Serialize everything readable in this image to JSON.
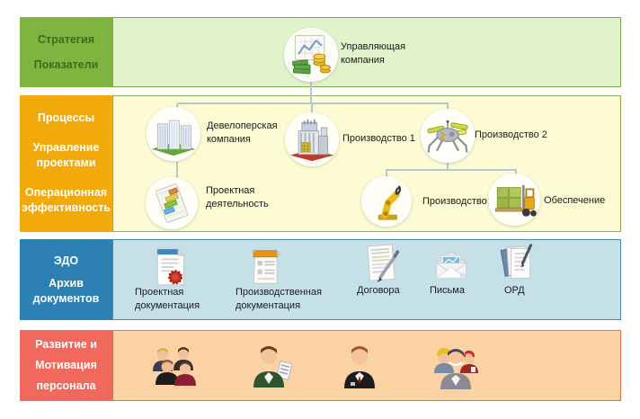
{
  "bands": [
    {
      "id": "strategy",
      "label_lines": [
        "Стратегия",
        "Показатели"
      ]
    },
    {
      "id": "processes",
      "label_lines": [
        "Процессы",
        "Управление проектами",
        "Операционная эффективность"
      ]
    },
    {
      "id": "edo",
      "label_lines": [
        "ЭДО",
        "Архив документов"
      ]
    },
    {
      "id": "hr",
      "label_lines": [
        "Развитие и Мотивация персонала"
      ]
    }
  ],
  "org": {
    "root": {
      "label": "Управляющая компания",
      "icon": "chart-money-icon"
    },
    "level1": [
      {
        "label": "Девелоперская компания",
        "icon": "buildings-icon"
      },
      {
        "label": "Производство 1",
        "icon": "factory-icon"
      },
      {
        "label": "Производство 2",
        "icon": "robot-machine-icon"
      }
    ],
    "level2": [
      {
        "label": "Проектная деятельность",
        "icon": "gantt-chart-icon"
      },
      {
        "label": "Производство",
        "icon": "robot-arm-icon"
      },
      {
        "label": "Обеспечение",
        "icon": "forklift-icon"
      }
    ]
  },
  "documents": [
    {
      "label": "Проектная документация",
      "icon": "document-seal-icon"
    },
    {
      "label": "Производственная документация",
      "icon": "document-orange-icon"
    },
    {
      "label": "Договора",
      "icon": "contract-pen-icon"
    },
    {
      "label": "Письма",
      "icon": "envelope-icon"
    },
    {
      "label": "ОРД",
      "icon": "documents-pen-icon"
    }
  ],
  "people": [
    {
      "icon": "meeting-group-icon"
    },
    {
      "icon": "manager-with-document-icon"
    },
    {
      "icon": "manager-icon"
    },
    {
      "icon": "team-with-worker-icon"
    }
  ],
  "colors": {
    "band1_label_bg": "#7FB440",
    "band1_text": "#3A6E1C",
    "band1_content_bg": "#E1F3CA",
    "band1_border": "#7FA851",
    "band2_label_bg": "#F2A90A",
    "band2_content_bg": "#FCFBD3",
    "band2_border": "#8FAE53",
    "band3_label_bg": "#2C80B4",
    "band3_content_bg": "#C6E0E7",
    "band3_border": "#4A8AB0",
    "band4_label_bg": "#F0695C",
    "band4_content_bg": "#FBD2A4",
    "band4_border": "#DF7350",
    "connector": "#AECAD0",
    "label_text_light": "#FFFFFF",
    "content_text": "#1B1B1B"
  }
}
